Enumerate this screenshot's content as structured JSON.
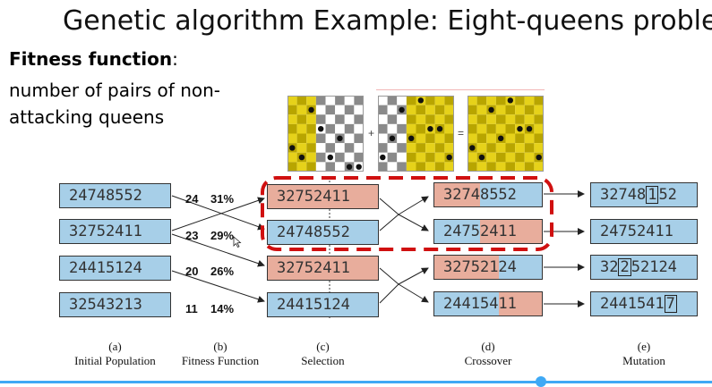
{
  "title": "Genetic algorithm Example: Eight-queens problem",
  "fitness_heading": "Fitness function",
  "fitness_colon": ":",
  "fitness_description": "number of pairs of non-attacking queens",
  "symbols": {
    "plus": "+",
    "equals": "="
  },
  "colors": {
    "blue": "#a7cfe8",
    "pink": "#e8ad9c",
    "board_yellow": "#e6d21a",
    "board_gray": "#8a8a8a",
    "dash_red": "#d01010"
  },
  "population": [
    "24748552",
    "32752411",
    "24415124",
    "32543213"
  ],
  "fitness": [
    {
      "score": "24",
      "percent": "31%"
    },
    {
      "score": "23",
      "percent": "29%"
    },
    {
      "score": "20",
      "percent": "26%"
    },
    {
      "score": "11",
      "percent": "14%"
    }
  ],
  "selection": [
    {
      "head": "327",
      "tail": "52411"
    },
    {
      "head": "247",
      "tail": "48552"
    },
    {
      "head": "32752",
      "tail": "411"
    },
    {
      "head": "24415",
      "tail": "124"
    }
  ],
  "crossover": [
    {
      "head": "327",
      "tail": "48552"
    },
    {
      "head": "247",
      "tail": "52411"
    },
    {
      "head": "32752",
      "tail": "124"
    },
    {
      "head": "24415",
      "tail": "411"
    }
  ],
  "mutation": [
    {
      "pre": "32748",
      "mutated": "1",
      "post": "52"
    },
    {
      "pre": "24752411",
      "mutated": "",
      "post": ""
    },
    {
      "pre": "32",
      "mutated": "2",
      "post": "52124"
    },
    {
      "pre": "2441541",
      "mutated": "7",
      "post": ""
    }
  ],
  "columns": [
    {
      "letter": "(a)",
      "name": "Initial Population"
    },
    {
      "letter": "(b)",
      "name": "Fitness Function"
    },
    {
      "letter": "(c)",
      "name": "Selection"
    },
    {
      "letter": "(d)",
      "name": "Crossover"
    },
    {
      "letter": "(e)",
      "name": "Mutation"
    }
  ]
}
